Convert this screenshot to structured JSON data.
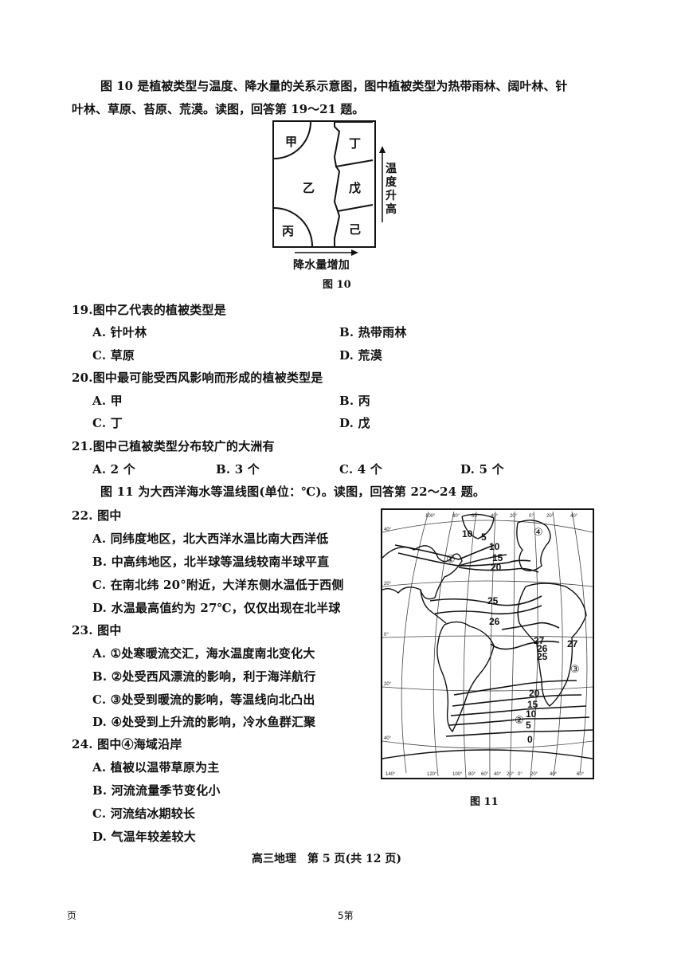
{
  "intro1_line1": "图 10 是植被类型与温度、降水量的关系示意图，图中植被类型为热带雨林、阔叶林、针",
  "intro1_line2": "叶林、草原、苔原、荒漠。读图，回答第 19～21 题。",
  "fig10": {
    "labels": {
      "jia": "甲",
      "yi": "乙",
      "bing": "丙",
      "ding": "丁",
      "wu": "戊",
      "ji": "己"
    },
    "y_axis": "温度升高",
    "x_axis": "降水量增加",
    "caption": "图 10"
  },
  "q19": {
    "stem": "19.图中乙代表的植被类型是",
    "A": "A. 针叶林",
    "B": "B. 热带雨林",
    "C": "C. 草原",
    "D": "D. 荒漠"
  },
  "q20": {
    "stem": "20.图中最可能受西风影响而形成的植被类型是",
    "A": "A. 甲",
    "B": "B. 丙",
    "C": "C. 丁",
    "D": "D. 戊"
  },
  "q21": {
    "stem": "21.图中己植被类型分布较广的大洲有",
    "A": "A. 2 个",
    "B": "B. 3 个",
    "C": "C. 4 个",
    "D": "D. 5 个"
  },
  "intro2": "图 11 为大西洋海水等温线图(单位：℃)。读图，回答第 22～24 题。",
  "q22": {
    "stem": "22. 图中",
    "A": "A. 同纬度地区，北大西洋水温比南大西洋低",
    "B": "B. 中高纬地区，北半球等温线较南半球平直",
    "C": "C. 在南北纬 20°附近，大洋东侧水温低于西侧",
    "D": "D. 水温最高值约为 27℃，仅仅出现在北半球"
  },
  "q23": {
    "stem": "23. 图中",
    "A": "A. ①处寒暖流交汇，海水温度南北变化大",
    "B": "B. ②处受西风漂流的影响，利于海洋航行",
    "C": "C. ③处受到暖流的影响，等温线向北凸出",
    "D": "D. ④处受到上升流的影响，冷水鱼群汇聚"
  },
  "q24": {
    "stem": "24. 图中④海域沿岸",
    "A": "A. 植被以温带草原为主",
    "B": "B. 河流流量季节变化小",
    "C": "C. 河流结冰期较长",
    "D": "D. 气温年较差较大"
  },
  "fig11": {
    "caption": "图 11",
    "isotherms": [
      "10",
      "5",
      "10",
      "15",
      "20",
      "25",
      "26",
      "27",
      "26",
      "25",
      "27",
      "20",
      "15",
      "10",
      "5",
      "0"
    ],
    "markers": [
      "①",
      "②",
      "③",
      "④"
    ],
    "lon_top": [
      "100°",
      "80°",
      "60°",
      "40°",
      "20°",
      "0°",
      "20°",
      "40°"
    ],
    "lon_bottom": [
      "140°",
      "120°",
      "100°",
      "80°",
      "60°",
      "40°",
      "20°",
      "0°",
      "20°",
      "40°",
      "60°"
    ],
    "lat": [
      "40°",
      "20°",
      "0°",
      "20°",
      "40°"
    ]
  },
  "footer": "高三地理　第 5 页(共 12 页)",
  "page_foot_left": "页",
  "page_foot_center": "5第"
}
